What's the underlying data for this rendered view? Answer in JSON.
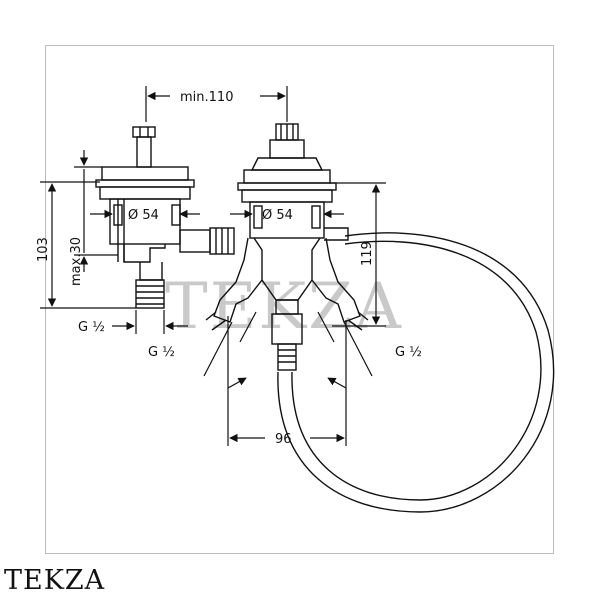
{
  "dimensions": {
    "min_110": "min.110",
    "dia_left": "Ø 54",
    "dia_right": "Ø 54",
    "h_103": "103",
    "max_30": "max.30",
    "h_119": "119",
    "g_left": "G ½",
    "g_center": "G ½",
    "g_right": "G ½",
    "w_96": "96"
  },
  "watermark": {
    "text": "TEKZA",
    "color": "#c9c9c9"
  },
  "brand": {
    "text": "TEKZA"
  },
  "colors": {
    "line": "#111111",
    "frame": "#bdbdbd"
  }
}
